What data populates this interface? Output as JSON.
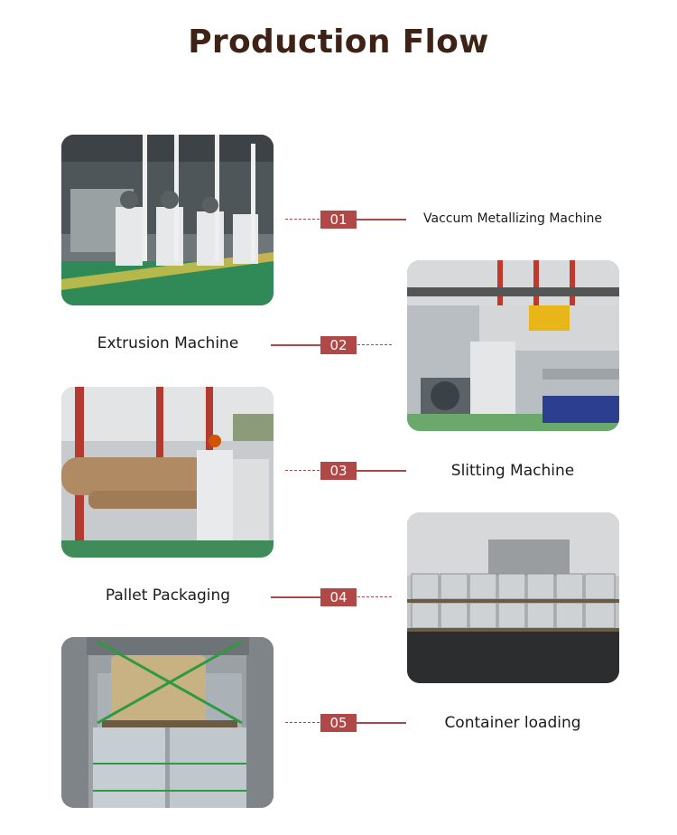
{
  "title": "Production Flow",
  "steps": [
    {
      "number": "01",
      "label": "Vaccum Metallizing Machine"
    },
    {
      "number": "02",
      "label": "Extrusion Machine"
    },
    {
      "number": "03",
      "label": "Slitting Machine"
    },
    {
      "number": "04",
      "label": "Pallet Packaging"
    },
    {
      "number": "05",
      "label": "Container loading"
    }
  ],
  "colors": {
    "title": "#3d2215",
    "accent": "#b04848"
  }
}
